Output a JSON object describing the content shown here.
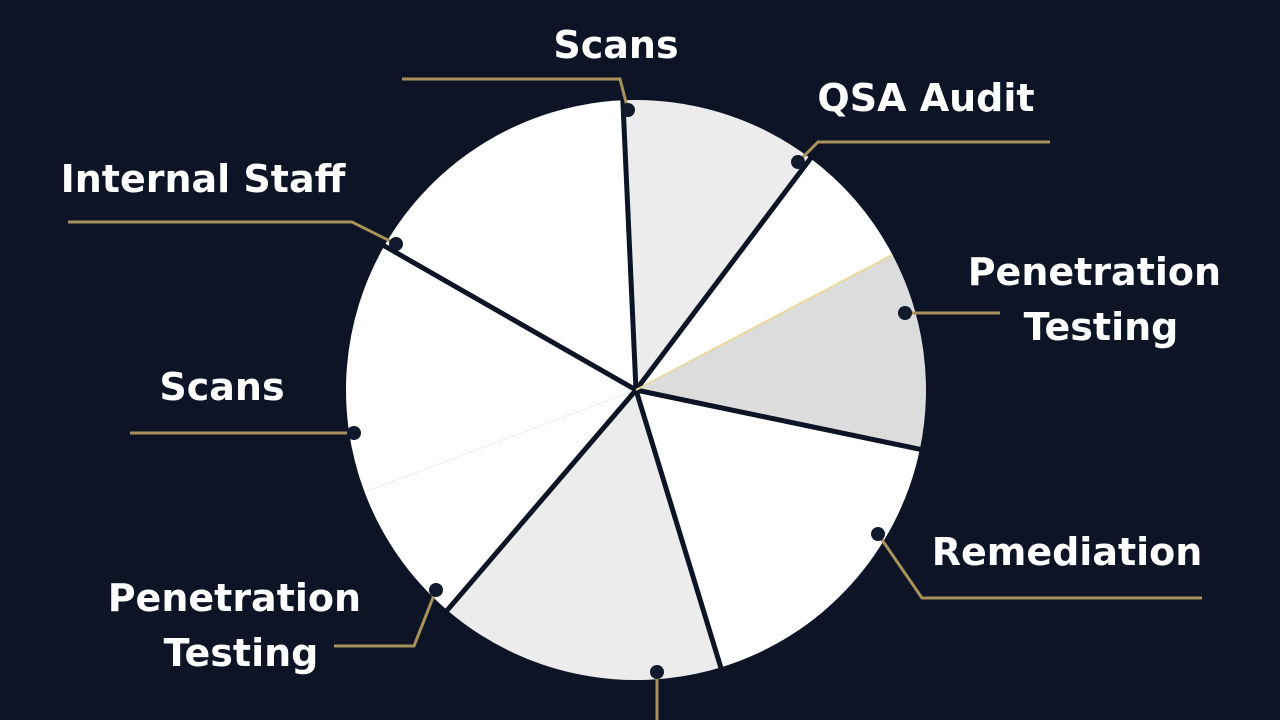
{
  "chart_data": {
    "type": "pie",
    "title": "",
    "legend": "none",
    "grid": false,
    "slices": [
      {
        "label": "QSA Audit",
        "value": 7,
        "color": "#ffffff"
      },
      {
        "label": "Penetration Testing",
        "value": 11,
        "color": "#dcdcdc"
      },
      {
        "label": "Remediation",
        "value": 17,
        "color": "#ffffff"
      },
      {
        "label": "",
        "value": 16,
        "color": "#ececec"
      },
      {
        "label": "Penetration Testing",
        "value": 8,
        "color": "#ffffff"
      },
      {
        "label": "Scans",
        "value": 14,
        "color": "#ffffff"
      },
      {
        "label": "Internal Staff",
        "value": 16,
        "color": "#ffffff"
      },
      {
        "label": "Scans",
        "value": 11,
        "color": "#ececec"
      }
    ],
    "colors": {
      "background": "#0c1426",
      "leader_line": "#a8915a",
      "divider": "#0c1426",
      "accent_edge": "#e8d9a0"
    }
  }
}
